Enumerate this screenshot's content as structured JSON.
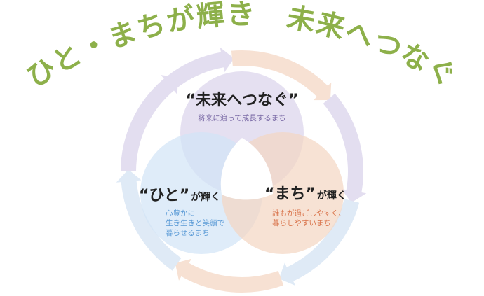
{
  "title": "ひと・まちが輝き　未来へつなぐ",
  "circles": {
    "future": {
      "heading": "“未来へつなぐ”",
      "desc": "将来に渡って成長するまち",
      "color": "#dcd6ec",
      "text_color": "#7a6aa6"
    },
    "people": {
      "heading": "“ひと”",
      "suffix": "が輝く",
      "desc": [
        "心豊かに",
        "生き生きと笑顔で",
        "暮らせるまち"
      ],
      "color": "#dbe9f7",
      "text_color": "#5a9ad6"
    },
    "town": {
      "heading": "“まち”",
      "suffix": "が輝く",
      "desc": [
        "誰もが過ごしやすく、",
        "暮らしやすいまち"
      ],
      "color": "#f8e0cf",
      "text_color": "#d9734a"
    }
  },
  "colors": {
    "title": "#8db04a",
    "ring_lavender": "#e3def0",
    "ring_peach": "#f7e1d3",
    "ring_blue": "#dfeaf6"
  }
}
